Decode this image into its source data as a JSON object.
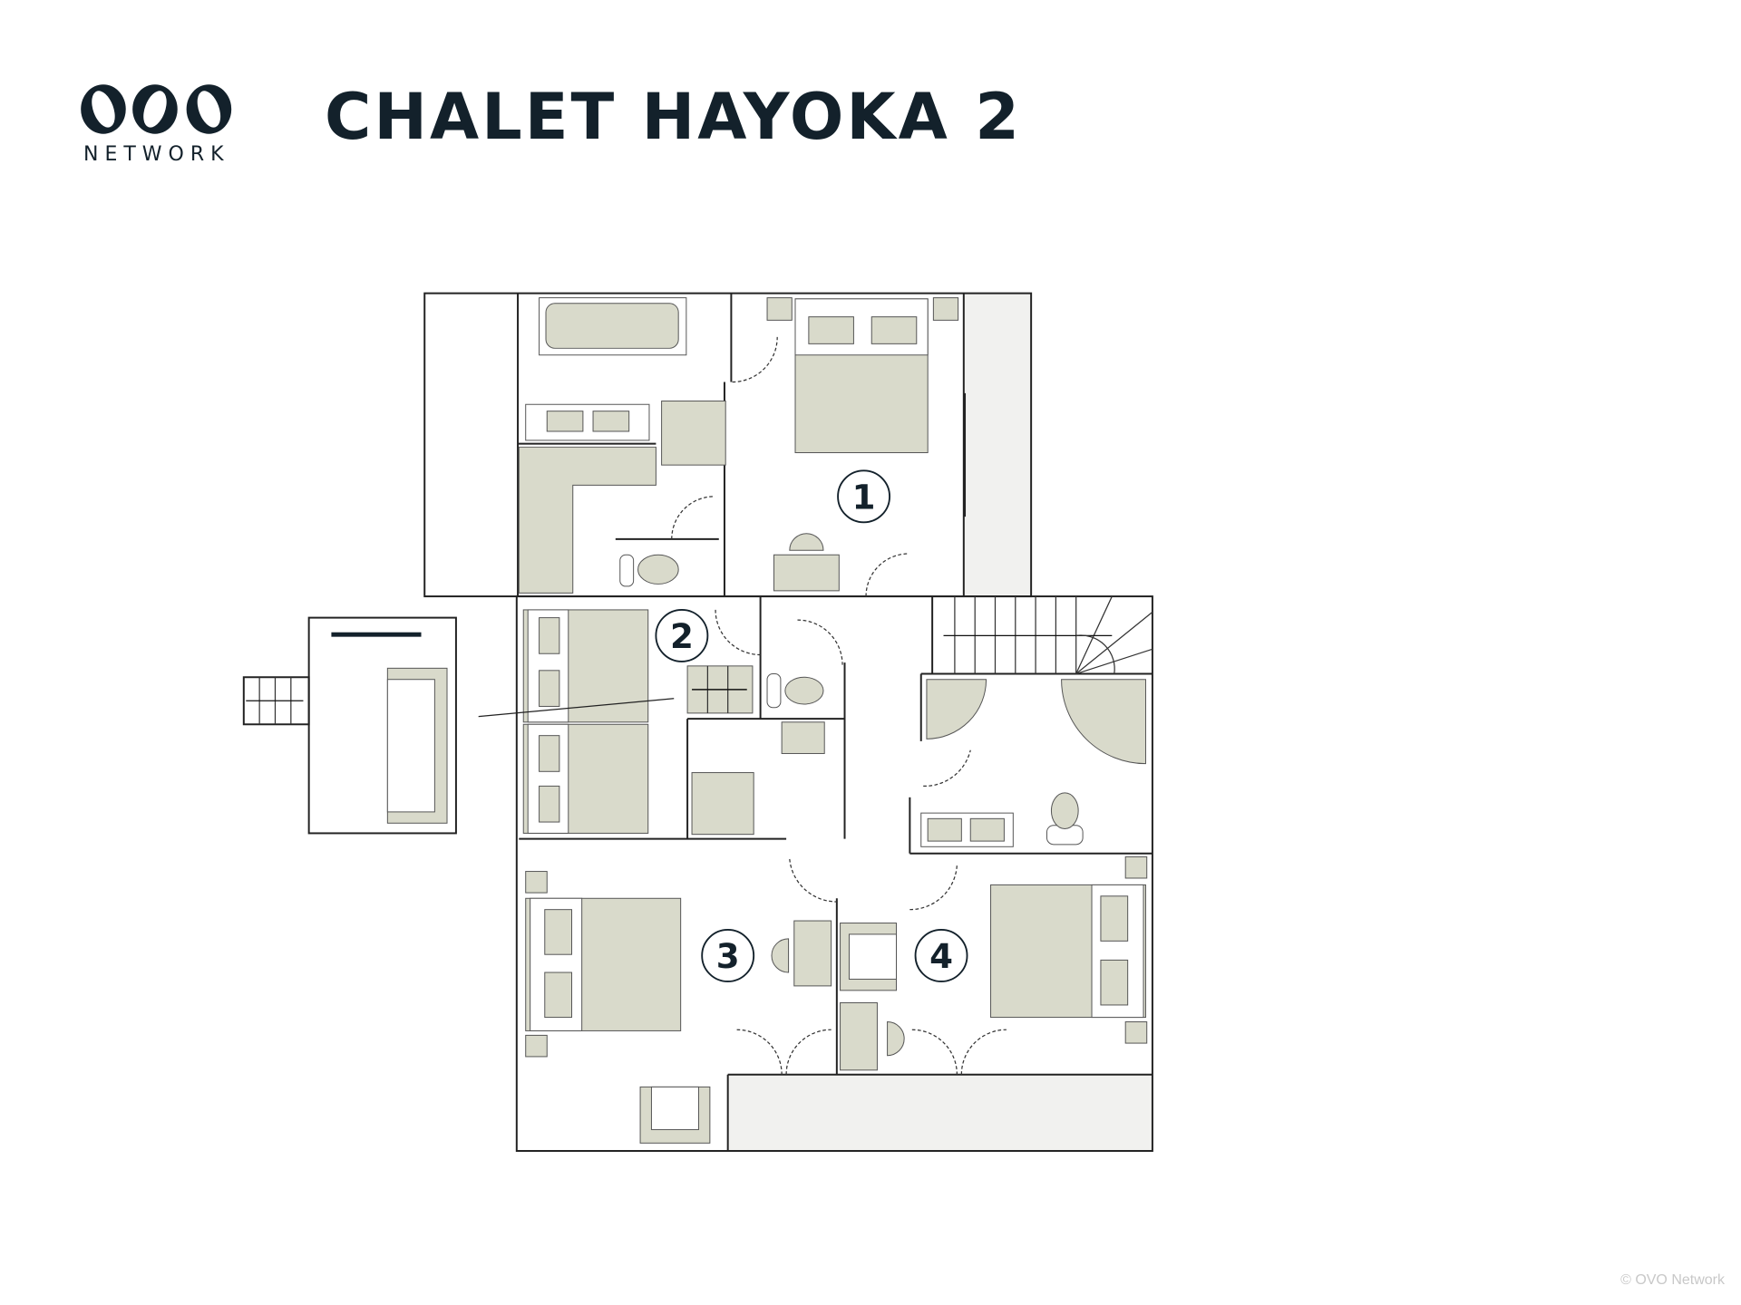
{
  "header": {
    "logo_text": "OVO",
    "logo_subtitle": "NETWORK",
    "title": "CHALET HAYOKA 2"
  },
  "plan": {
    "rooms": [
      {
        "number": "1"
      },
      {
        "number": "2"
      },
      {
        "number": "3"
      },
      {
        "number": "4"
      }
    ],
    "colors": {
      "furniture": "#d9dacb",
      "wall": "#222222",
      "outdoor": "#f1f1ef",
      "text": "#13212b"
    }
  },
  "footer": {
    "copyright": "© OVO Network"
  }
}
